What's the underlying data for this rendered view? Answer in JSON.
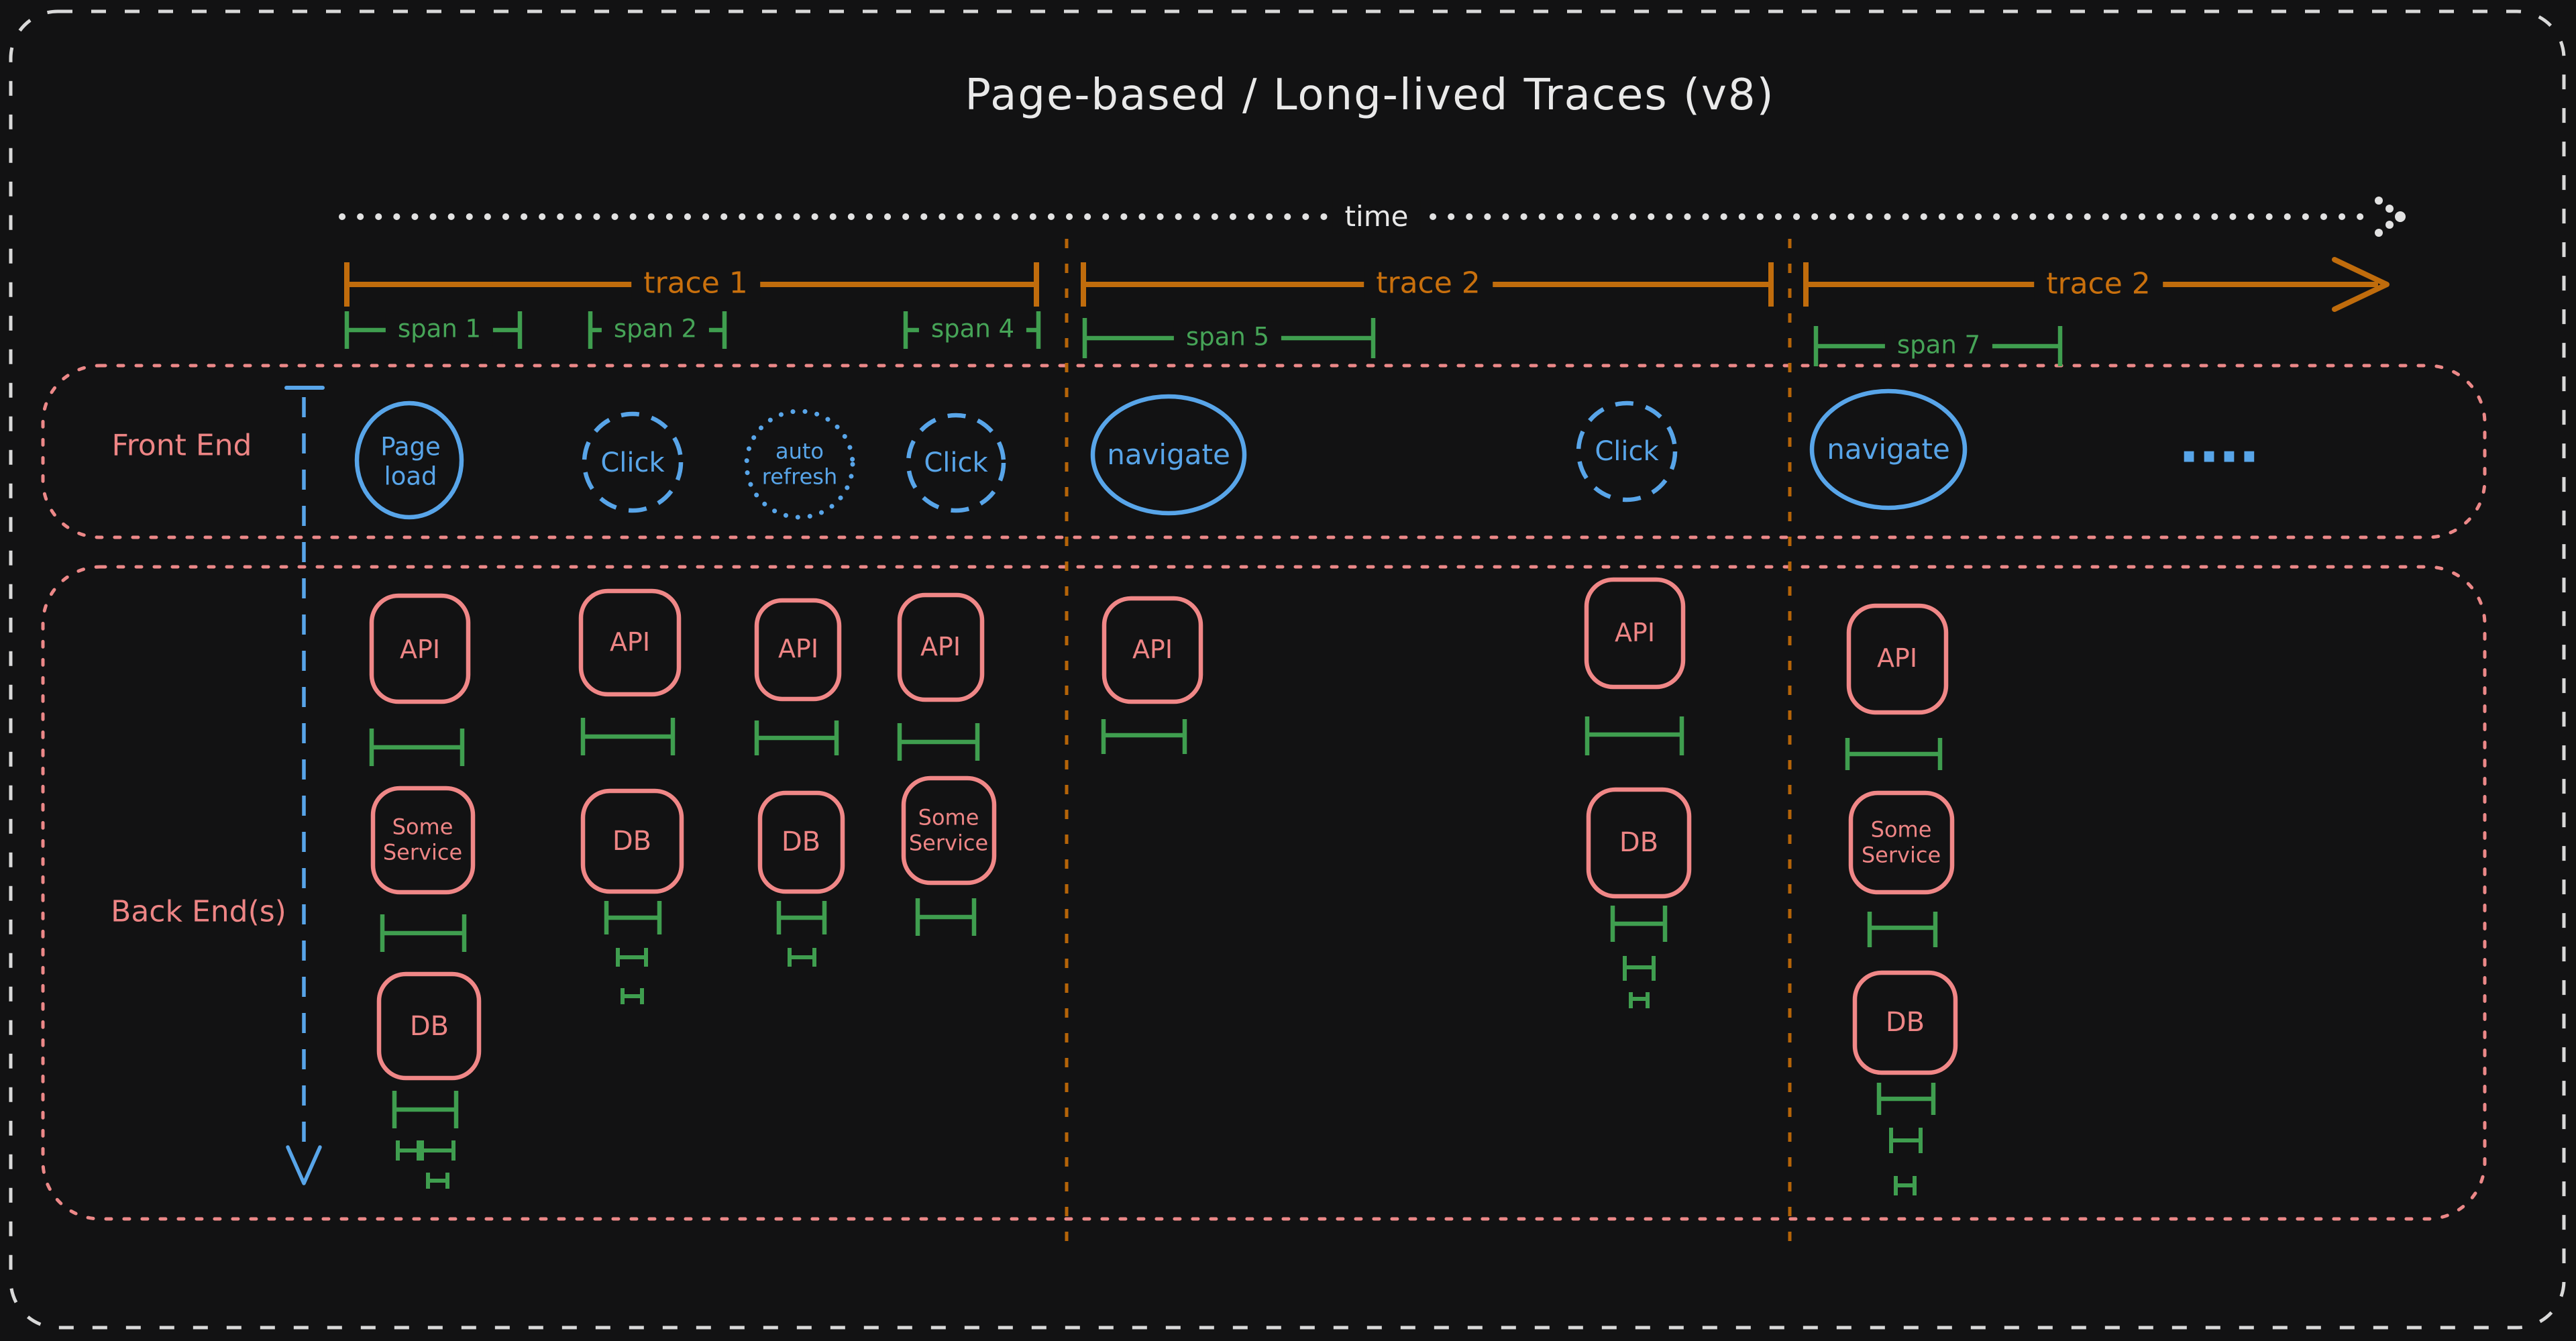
{
  "title": "Page-based / Long-lived Traces (v8)",
  "time_axis": {
    "label": "time"
  },
  "traces": [
    {
      "label": "trace 1"
    },
    {
      "label": "trace 2"
    },
    {
      "label": "trace 2"
    }
  ],
  "spans": [
    {
      "label": "span 1"
    },
    {
      "label": "span 2"
    },
    {
      "label": "span 4"
    },
    {
      "label": "span 5"
    },
    {
      "label": "span 7"
    }
  ],
  "lanes": {
    "front_end": "Front End",
    "back_end": "Back End(s)"
  },
  "front_end_events": [
    {
      "label": "Page load",
      "outline": "solid"
    },
    {
      "label": "Click",
      "outline": "dashed"
    },
    {
      "label": "auto refresh",
      "outline": "dotted"
    },
    {
      "label": "Click",
      "outline": "dashed"
    },
    {
      "label": "navigate",
      "outline": "solid"
    },
    {
      "label": "Click",
      "outline": "dashed"
    },
    {
      "label": "navigate",
      "outline": "solid"
    },
    {
      "label": "....",
      "outline": "none"
    }
  ],
  "back_end_columns": [
    {
      "nodes": [
        "API",
        "Some Service",
        "DB"
      ]
    },
    {
      "nodes": [
        "API",
        "DB"
      ]
    },
    {
      "nodes": [
        "API",
        "DB"
      ]
    },
    {
      "nodes": [
        "API",
        "Some Service"
      ]
    },
    {
      "nodes": [
        "API"
      ]
    },
    {
      "nodes": [
        "API",
        "DB"
      ]
    },
    {
      "nodes": [
        "API",
        "Some Service",
        "DB"
      ]
    }
  ],
  "colors": {
    "background": "#121213",
    "frame_white": "#d9d9d9",
    "trace_orange": "#c9700d",
    "span_green": "#46a457",
    "event_blue": "#58a5e9",
    "backend_pink": "#ee8585"
  }
}
